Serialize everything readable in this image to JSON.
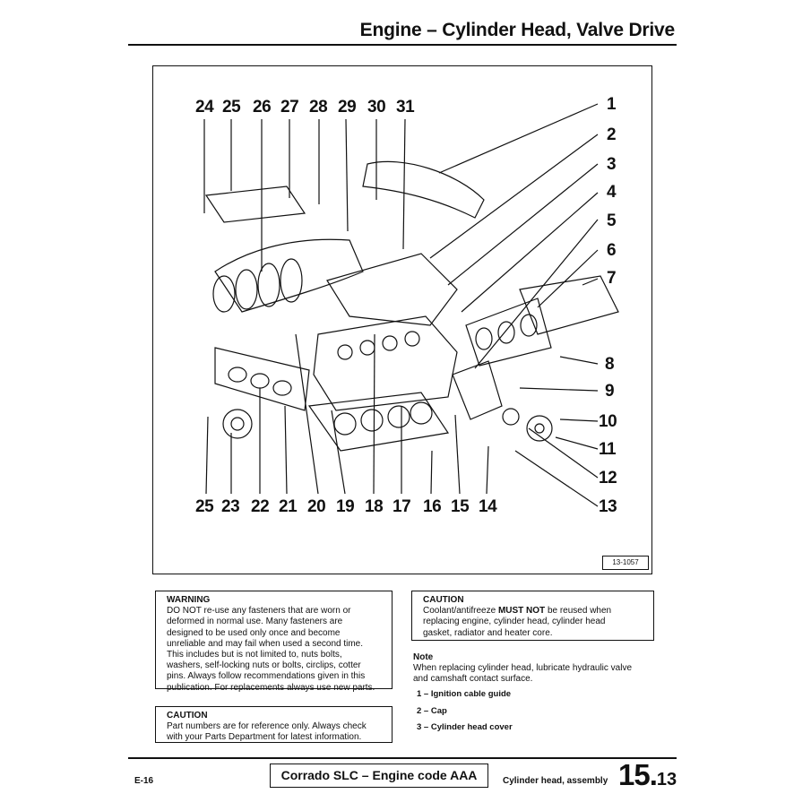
{
  "header": {
    "title": "Engine – Cylinder Head, Valve Drive"
  },
  "figure": {
    "reference": "13-1057",
    "callouts_top": [
      "24",
      "25",
      "26",
      "27",
      "28",
      "29",
      "30",
      "31"
    ],
    "callouts_right": [
      "1",
      "2",
      "3",
      "4",
      "5",
      "6",
      "7",
      "8",
      "9",
      "10",
      "11",
      "12",
      "13"
    ],
    "callouts_bottom": [
      "25",
      "23",
      "22",
      "21",
      "20",
      "19",
      "18",
      "17",
      "16",
      "15",
      "14"
    ]
  },
  "warning": {
    "heading": "WARNING",
    "lines": [
      "DO NOT re-use any fasteners that are worn or",
      "deformed in normal use. Many fasteners are",
      "designed to be used only once and become",
      "unreliable and may fail when used a second time.",
      "This includes but is not limited to, nuts bolts,",
      "washers, self-locking nuts or bolts, circlips, cotter",
      "pins. Always follow recommendations given in this",
      "publication. For replacements always use new parts."
    ]
  },
  "caution_parts": {
    "heading": "CAUTION",
    "lines": [
      "Part numbers are for reference only. Always check",
      "with your Parts Department for latest information."
    ]
  },
  "caution_coolant": {
    "heading": "CAUTION",
    "line1_pre": "Coolant/antifreeze ",
    "line1_bold": "MUST NOT",
    "line1_post": " be reused when",
    "lines": [
      "replacing engine, cylinder head, cylinder head",
      "gasket, radiator and heater core."
    ]
  },
  "note": {
    "heading": "Note",
    "lines": [
      "When replacing cylinder head, lubricate hydraulic valve",
      "and camshaft contact surface."
    ]
  },
  "items": [
    "1 – Ignition cable guide",
    "2 – Cap",
    "3 – Cylinder head cover"
  ],
  "footer": {
    "left_code": "E-16",
    "model": "Corrado SLC – Engine code AAA",
    "section": "Cylinder head, assembly",
    "page_major": "15.",
    "page_minor": "13"
  }
}
